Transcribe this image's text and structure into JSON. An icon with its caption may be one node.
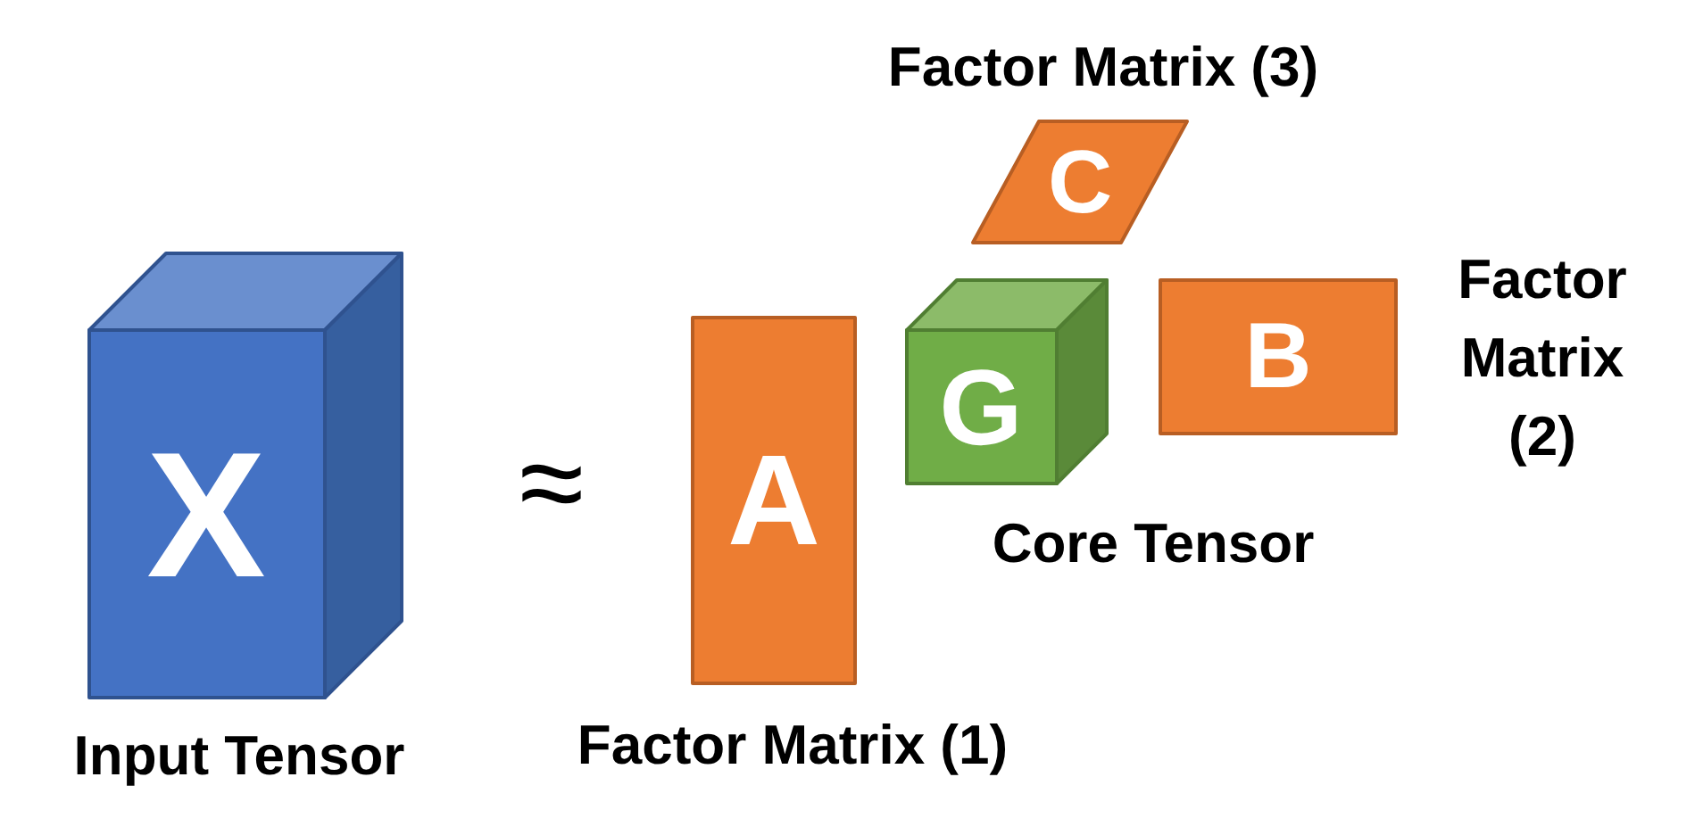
{
  "diagram": {
    "nodes": [
      {
        "text": [
          "X"
        ],
        "beside": [
          "Input Tensor"
        ]
      },
      {
        "text": [
          "A"
        ],
        "beside": [
          "Factor Matrix (1)"
        ]
      },
      {
        "text": [
          "C"
        ],
        "beside": [
          "Factor Matrix (3)"
        ]
      },
      {
        "text": [
          "G"
        ],
        "beside": [
          "Core Tensor"
        ]
      },
      {
        "text": [
          "B"
        ],
        "beside": [
          "Factor Matrix (2)"
        ]
      }
    ],
    "labels": [
      "≈"
    ]
  }
}
